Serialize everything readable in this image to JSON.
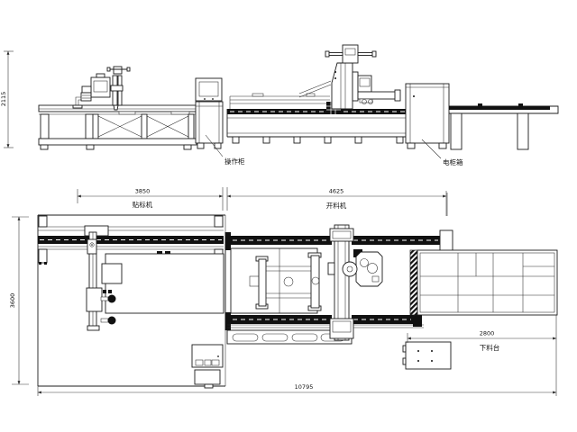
{
  "labels": {
    "operator_cabinet": "操作柜",
    "electric_cabinet": "电柜箱",
    "unloading_table": "下料台"
  },
  "machines": {
    "labeling_machine": {
      "name": "贴标机",
      "length": "3850"
    },
    "cutting_machine": {
      "name": "开料机",
      "length": "4625"
    }
  },
  "dimensions": {
    "height": "2115",
    "width": "3600",
    "unloading_table_length": "2800",
    "overall_length": "10795"
  },
  "colors": {
    "line": "#1c1c1c",
    "background": "#ffffff",
    "dark_fill": "#111111"
  }
}
